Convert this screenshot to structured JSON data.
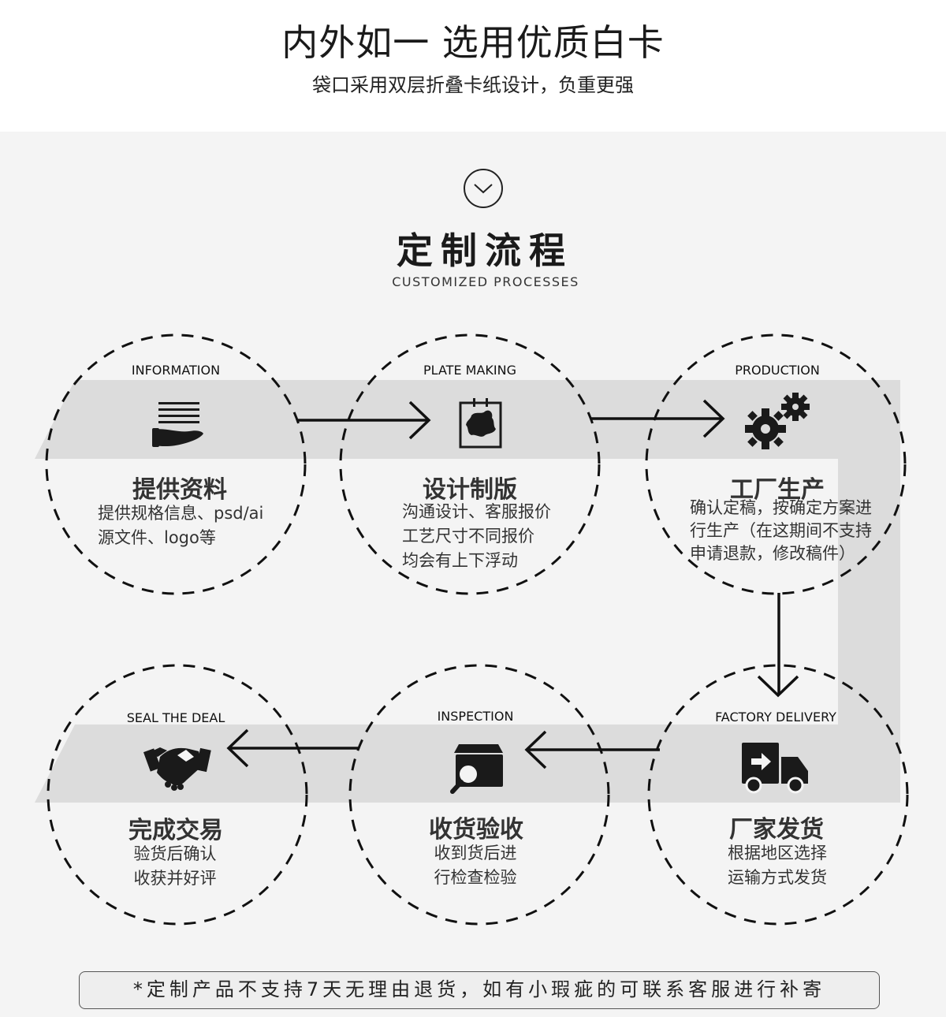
{
  "header": {
    "title": "内外如一 选用优质白卡",
    "subtitle": "袋口采用双层折叠卡纸设计，负重更强"
  },
  "section": {
    "title": "定制流程",
    "subtitle": "CUSTOMIZED PROCESSES",
    "toggle_icon": "chevron-down-icon"
  },
  "steps": [
    {
      "id": "information",
      "label_en": "INFORMATION",
      "title": "提供资料",
      "lines": [
        "提供规格信息、psd/ai",
        "源文件、logo等"
      ],
      "icon": "hand-document-icon"
    },
    {
      "id": "plate-making",
      "label_en": "PLATE MAKING",
      "title": "设计制版",
      "lines": [
        "沟通设计、客服报价",
        "工艺尺寸不同报价",
        "均会有上下浮动"
      ],
      "icon": "design-board-icon"
    },
    {
      "id": "production",
      "label_en": "PRODUCTION",
      "title": "工厂生产",
      "lines": [
        "确认定稿，按确定方案进",
        "行生产（在这期间不支持",
        "申请退款，修改稿件）"
      ],
      "icon": "gears-icon"
    },
    {
      "id": "factory-delivery",
      "label_en": "FACTORY DELIVERY",
      "title": "厂家发货",
      "lines": [
        "根据地区选择",
        "运输方式发货"
      ],
      "icon": "delivery-truck-icon"
    },
    {
      "id": "inspection",
      "label_en": "INSPECTION",
      "title": "收货验收",
      "lines": [
        "收到货后进",
        "行检查检验"
      ],
      "icon": "box-magnifier-icon"
    },
    {
      "id": "seal-the-deal",
      "label_en": "SEAL THE DEAL",
      "title": "完成交易",
      "lines": [
        "验货后确认",
        "收获并好评"
      ],
      "icon": "handshake-icon"
    }
  ],
  "footer": {
    "note": "*定制产品不支持7天无理由退货，如有小瑕疵的可联系客服进行补寄"
  },
  "colors": {
    "band": "#dcdcdc",
    "panel": "#f4f4f4",
    "ink": "#1a1a1a"
  }
}
